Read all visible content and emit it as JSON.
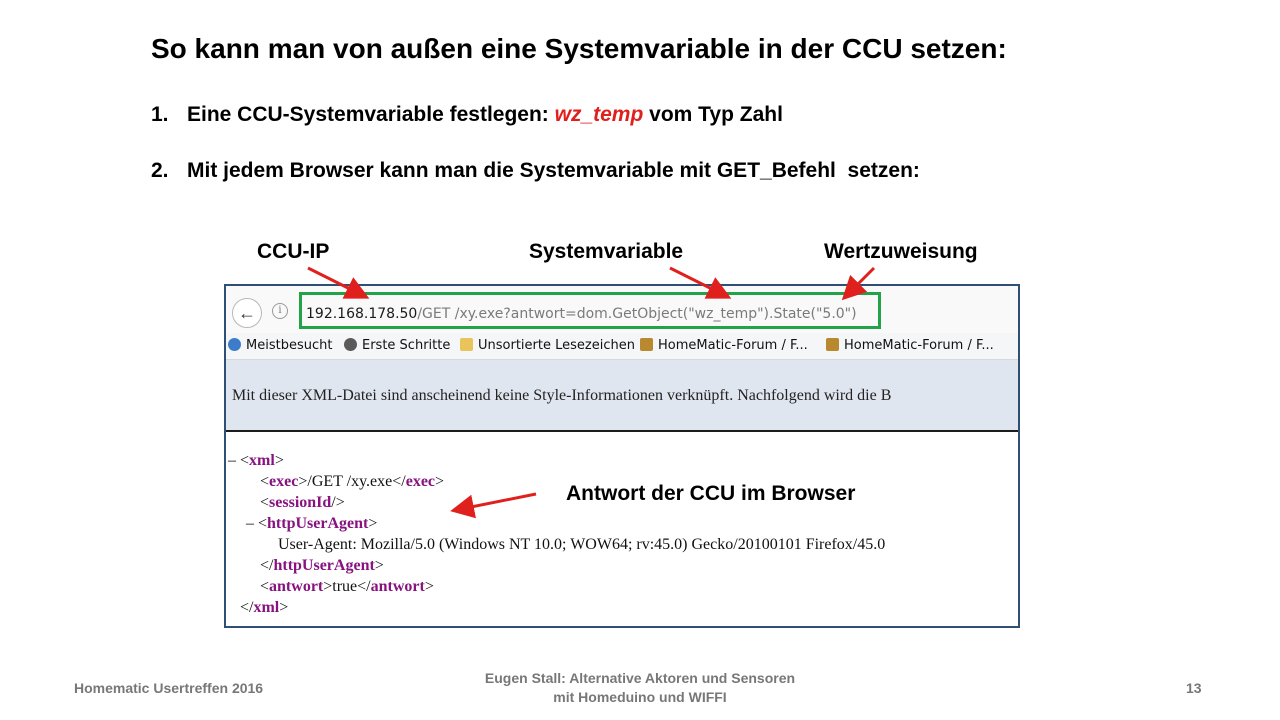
{
  "slide": {
    "title": "So kann man von außen eine Systemvariable in der CCU setzen:",
    "item1": {
      "number": "1.",
      "text_before": "Eine CCU-Systemvariable festlegen: ",
      "variable": "wz_temp",
      "text_after": " vom Typ Zahl"
    },
    "item2": {
      "number": "2.",
      "text": "Mit jedem Browser kann man die Systemvariable mit GET_Befehl  setzen:"
    },
    "callouts": {
      "ccu_ip": "CCU-IP",
      "systemvariable": "Systemvariable",
      "wertzuweisung": "Wertzuweisung",
      "antwort": "Antwort der CCU im Browser"
    }
  },
  "browser": {
    "back_icon": "back-arrow-icon",
    "info_icon": "info-icon",
    "url_host": "192.168.178.50",
    "url_path": "/GET /xy.exe?antwort=dom.GetObject(\"wz_temp\").State(\"5.0\")",
    "bookmarks": [
      {
        "label": "Meistbesucht",
        "icon": "blue-globe-icon"
      },
      {
        "label": "Erste Schritte",
        "icon": "globe-icon"
      },
      {
        "label": "Unsortierte Lesezeichen",
        "icon": "folder-icon"
      },
      {
        "label": "HomeMatic-Forum / F...",
        "icon": "rss-icon"
      },
      {
        "label": "HomeMatic-Forum / F...",
        "icon": "rss-icon"
      }
    ],
    "info_text": "Mit dieser XML-Datei sind anscheinend keine Style-Informationen verknüpft. Nachfolgend wird die B",
    "xml": {
      "collapse_marker": "–",
      "root_tag": "xml",
      "exec_tag": "exec",
      "exec_value": "/GET /xy.exe",
      "session_tag": "sessionId",
      "agent_tag": "httpUserAgent",
      "agent_value": "User-Agent: Mozilla/5.0 (Windows NT 10.0; WOW64; rv:45.0) Gecko/20100101 Firefox/45.0",
      "antwort_tag": "antwort",
      "antwort_value": "true"
    }
  },
  "footer": {
    "left": "Homematic Usertreffen 2016",
    "center_line1": "Eugen Stall:  Alternative Aktoren und Sensoren",
    "center_line2": "mit Homeduino und WIFFI",
    "page_number": "13"
  },
  "colors": {
    "accent_red": "#e0201c",
    "box_green": "#22a34a",
    "xml_tag": "#881280",
    "frame_border": "#2f4f74"
  }
}
